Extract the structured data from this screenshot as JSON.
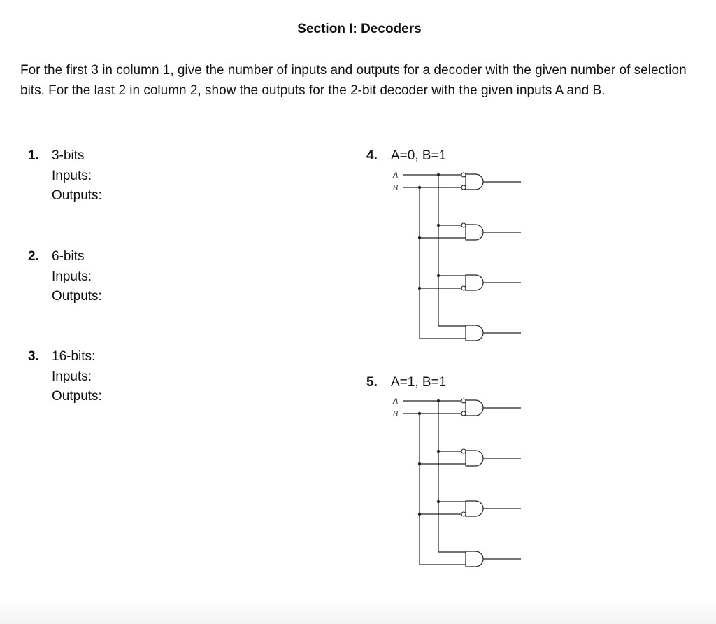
{
  "title": "Section I: Decoders",
  "intro": "For the first 3 in column 1, give the number of inputs and outputs for a decoder with the given number of selection bits. For the last 2 in column 2, show the outputs for the 2-bit decoder with the given inputs A and B.",
  "column1": [
    {
      "number": "1.",
      "bits": "3-bits",
      "inputs": "Inputs:",
      "outputs": "Outputs:"
    },
    {
      "number": "2.",
      "bits": "6-bits",
      "inputs": "Inputs:",
      "outputs": "Outputs:"
    },
    {
      "number": "3.",
      "bits": "16-bits:",
      "inputs": "Inputs:",
      "outputs": "Outputs:"
    }
  ],
  "column2": [
    {
      "number": "4.",
      "label": "A=0, B=1",
      "input_a": "A",
      "input_b": "B"
    },
    {
      "number": "5.",
      "label": "A=1, B=1",
      "input_a": "A",
      "input_b": "B"
    }
  ]
}
